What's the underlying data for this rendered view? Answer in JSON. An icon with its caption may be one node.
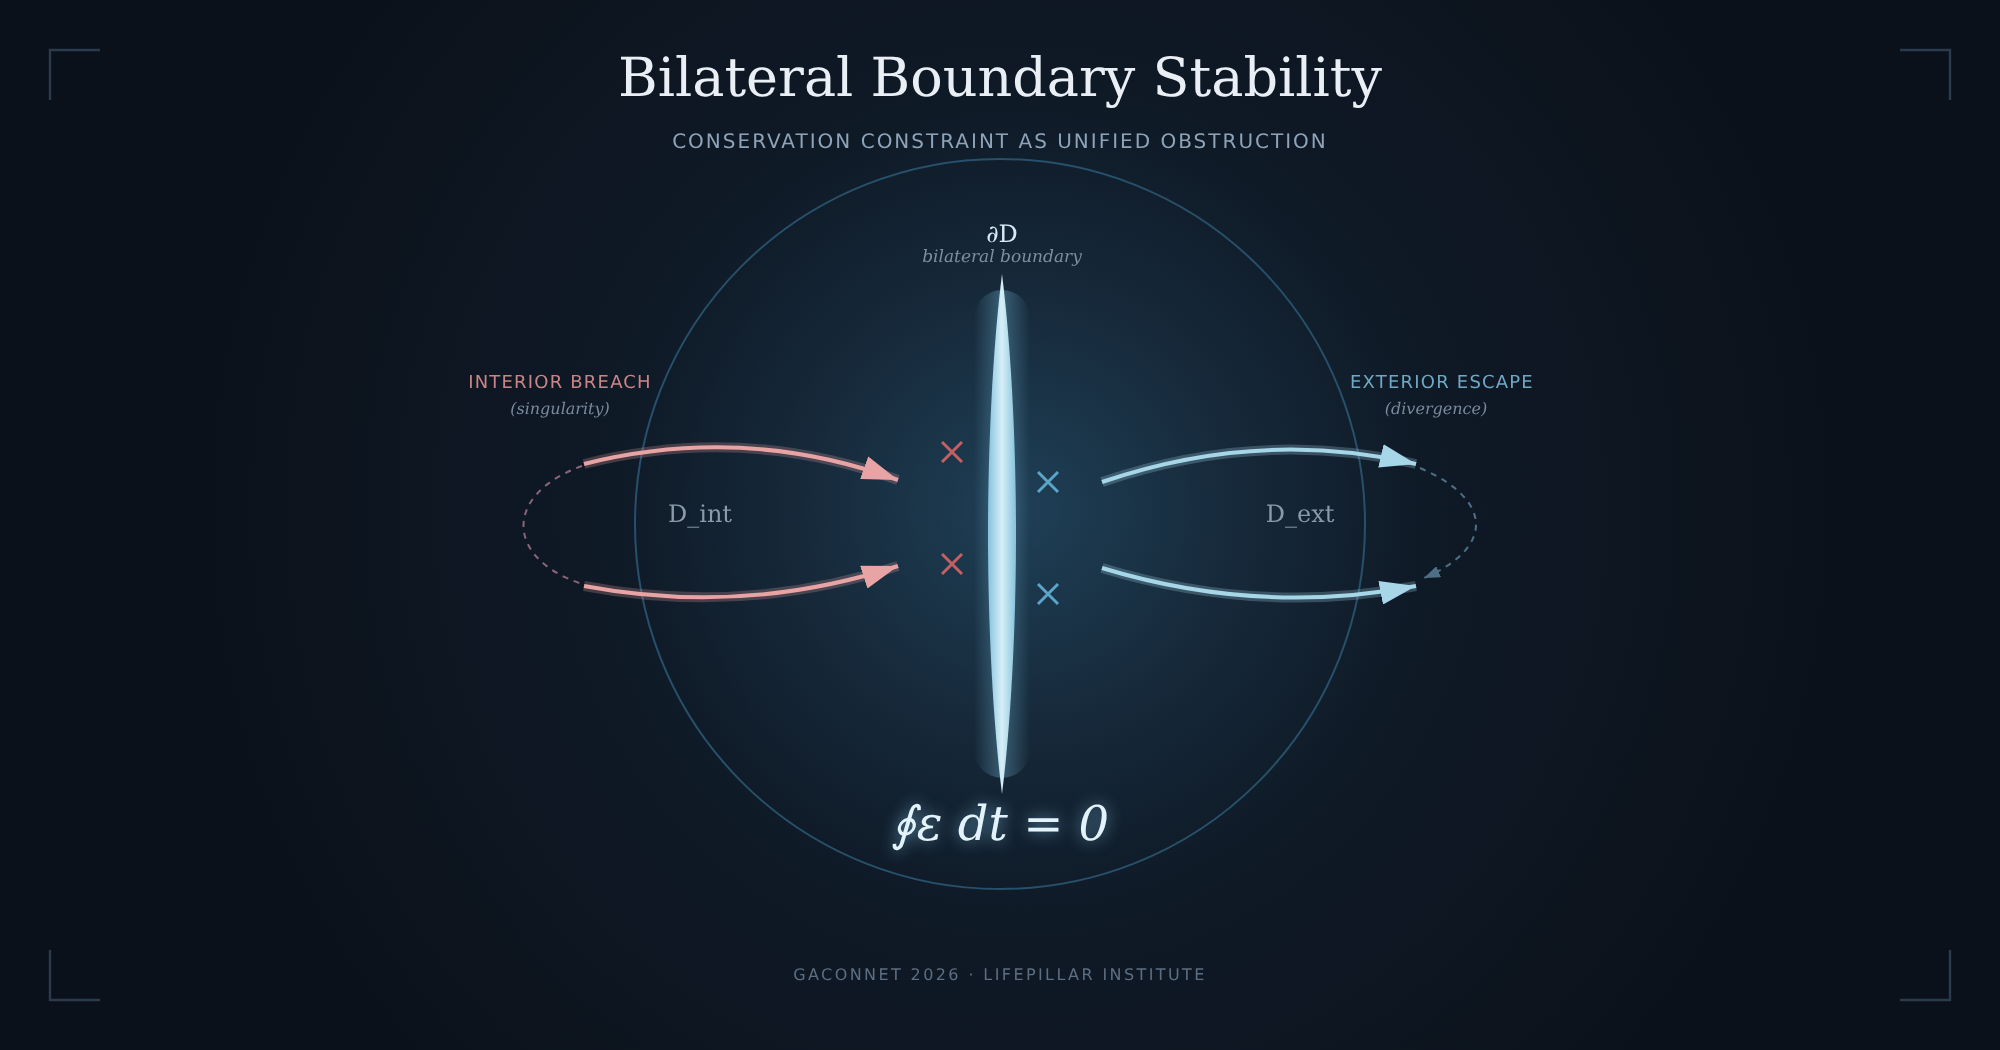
{
  "diagram": {
    "title": "Bilateral Boundary Stability",
    "nodes": [
      {
        "text": [],
        "shape": "circle"
      },
      {
        "text": [
          "∂D",
          "bilateral boundary"
        ],
        "in": 0
      }
    ],
    "labels": [
      "CONSERVATION CONSTRAINT AS UNIFIED OBSTRUCTION",
      "INTERIOR BREACH",
      "(singularity)",
      "EXTERIOR ESCAPE",
      "(divergence)",
      "D_int",
      "D_ext",
      "∮ε dt = 0",
      "GACONNET 2026 · LIFEPILLAR INSTITUTE"
    ]
  }
}
